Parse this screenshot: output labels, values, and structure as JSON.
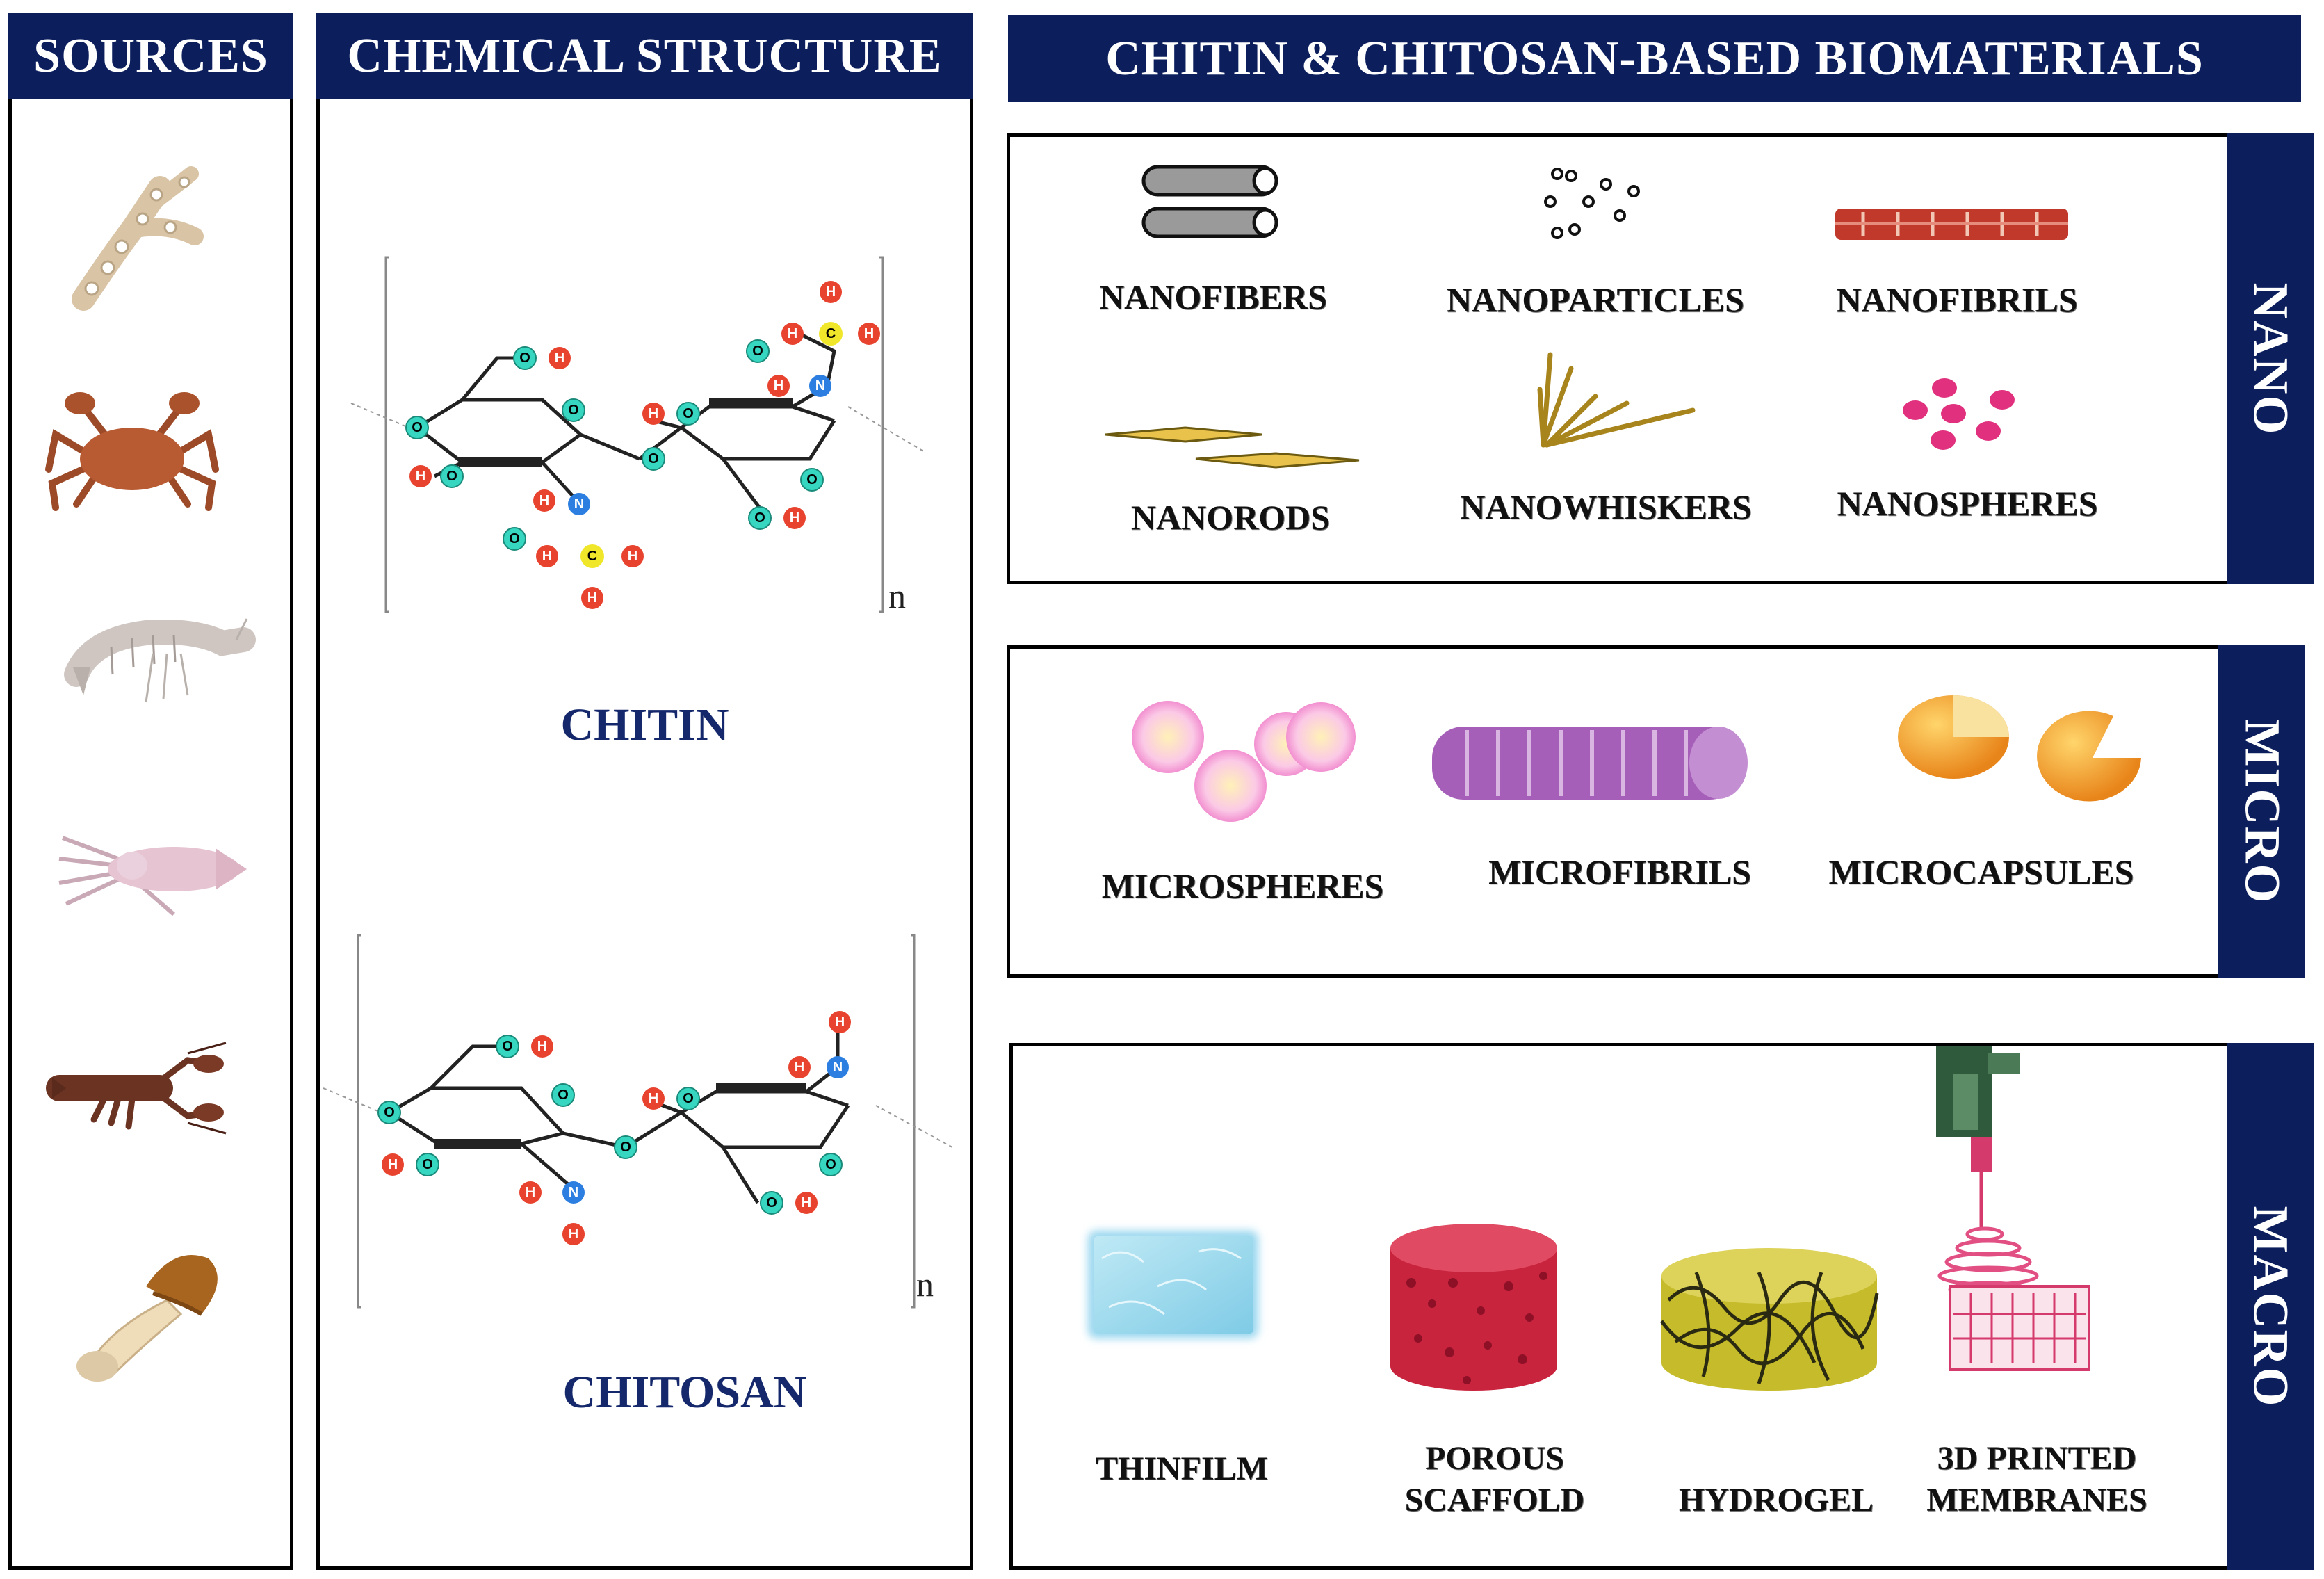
{
  "sources": {
    "header": "SOURCES",
    "icons": [
      "fungus-hyphae-icon",
      "crab-icon",
      "shrimp-icon",
      "squid-icon",
      "lobster-icon",
      "mushroom-icon"
    ]
  },
  "chemistry": {
    "header": "CHEMICAL STRUCTURE",
    "chitin": {
      "name": "CHITIN",
      "repeat": "n"
    },
    "chitosan": {
      "name": "CHITOSAN",
      "repeat": "n"
    },
    "atoms": {
      "O": "O",
      "H": "H",
      "N": "N",
      "C": "C"
    },
    "atom_colors": {
      "O": "#36d6c0",
      "H": "#e8432f",
      "N": "#2c7fe0",
      "C": "#f0e62a"
    }
  },
  "biomaterials": {
    "header": "CHITIN & CHITOSAN-BASED BIOMATERIALS",
    "nano": {
      "label": "NANO",
      "items": [
        "NANOFIBERS",
        "NANOPARTICLES",
        "NANOFIBRILS",
        "NANORODS",
        "NANOWHISKERS",
        "NANOSPHERES"
      ]
    },
    "micro": {
      "label": "MICRO",
      "items": [
        "MICROSPHERES",
        "MICROFIBRILS",
        "MICROCAPSULES"
      ]
    },
    "macro": {
      "label": "MACRO",
      "items": {
        "thinfilm": "THINFILM",
        "porous_line1": "POROUS",
        "porous_line2": "SCAFFOLD",
        "hydrogel": "HYDROGEL",
        "printed_line1": "3D PRINTED",
        "printed_line2": "MEMBRANES"
      }
    }
  },
  "colors": {
    "navy": "#0c1f5c"
  }
}
